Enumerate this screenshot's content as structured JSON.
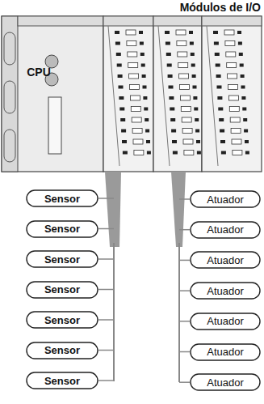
{
  "diagram": {
    "title": "Módulos de I/O",
    "nodes": [
      {
        "text": [
          "CPU"
        ]
      },
      {
        "text": [
          "Sensor"
        ]
      },
      {
        "text": [
          "Sensor"
        ]
      },
      {
        "text": [
          "Sensor"
        ]
      },
      {
        "text": [
          "Sensor"
        ]
      },
      {
        "text": [
          "Sensor"
        ]
      },
      {
        "text": [
          "Sensor"
        ]
      },
      {
        "text": [
          "Sensor"
        ]
      },
      {
        "text": [
          "Atuador"
        ]
      },
      {
        "text": [
          "Atuador"
        ]
      },
      {
        "text": [
          "Atuador"
        ]
      },
      {
        "text": [
          "Atuador"
        ]
      },
      {
        "text": [
          "Atuador"
        ]
      },
      {
        "text": [
          "Atuador"
        ]
      },
      {
        "text": [
          "Atuador"
        ]
      }
    ]
  }
}
